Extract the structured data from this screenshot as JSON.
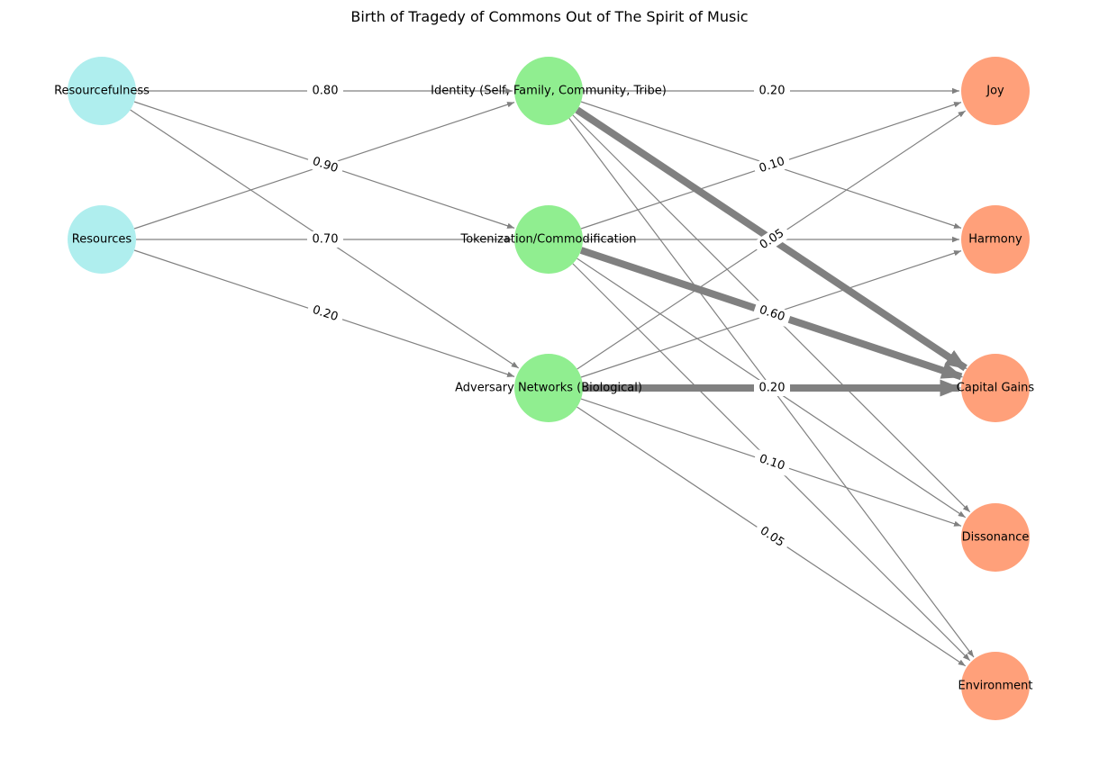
{
  "title": "Birth of Tragedy of Commons Out of The Spirit of Music",
  "colors": {
    "input": "#afeeee",
    "hidden": "#90ee90",
    "output": "#ffa07a",
    "edge": "#808080"
  },
  "nodes": [
    {
      "id": "resourcefulness",
      "label": "Resourcefulness",
      "layer": "input"
    },
    {
      "id": "resources",
      "label": "Resources",
      "layer": "input"
    },
    {
      "id": "identity",
      "label": "Identity (Self, Family, Community, Tribe)",
      "layer": "hidden"
    },
    {
      "id": "tokenization",
      "label": "Tokenization/Commodification",
      "layer": "hidden"
    },
    {
      "id": "adversary",
      "label": "Adversary Networks (Biological)",
      "layer": "hidden"
    },
    {
      "id": "joy",
      "label": "Joy",
      "layer": "output"
    },
    {
      "id": "harmony",
      "label": "Harmony",
      "layer": "output"
    },
    {
      "id": "capital",
      "label": "Capital Gains",
      "layer": "output"
    },
    {
      "id": "dissonance",
      "label": "Dissonance",
      "layer": "output"
    },
    {
      "id": "environment",
      "label": "Environment",
      "layer": "output"
    }
  ],
  "edges": [
    {
      "from": "resourcefulness",
      "to": "identity",
      "label": "0.80"
    },
    {
      "from": "resourcefulness",
      "to": "tokenization",
      "label": "0.90"
    },
    {
      "from": "resourcefulness",
      "to": "adversary",
      "label": ""
    },
    {
      "from": "resources",
      "to": "identity",
      "label": ""
    },
    {
      "from": "resources",
      "to": "tokenization",
      "label": "0.70"
    },
    {
      "from": "resources",
      "to": "adversary",
      "label": "0.20"
    },
    {
      "from": "identity",
      "to": "joy",
      "label": "0.20"
    },
    {
      "from": "identity",
      "to": "harmony",
      "label": ""
    },
    {
      "from": "identity",
      "to": "capital",
      "label": "",
      "heavy": true
    },
    {
      "from": "identity",
      "to": "dissonance",
      "label": ""
    },
    {
      "from": "identity",
      "to": "environment",
      "label": ""
    },
    {
      "from": "tokenization",
      "to": "joy",
      "label": "0.10"
    },
    {
      "from": "tokenization",
      "to": "harmony",
      "label": ""
    },
    {
      "from": "tokenization",
      "to": "capital",
      "label": "0.60",
      "heavy": true
    },
    {
      "from": "tokenization",
      "to": "dissonance",
      "label": ""
    },
    {
      "from": "tokenization",
      "to": "environment",
      "label": ""
    },
    {
      "from": "adversary",
      "to": "joy",
      "label": "0.05"
    },
    {
      "from": "adversary",
      "to": "harmony",
      "label": ""
    },
    {
      "from": "adversary",
      "to": "capital",
      "label": "0.20",
      "heavy": true
    },
    {
      "from": "adversary",
      "to": "dissonance",
      "label": "0.10"
    },
    {
      "from": "adversary",
      "to": "environment",
      "label": "0.05"
    }
  ]
}
